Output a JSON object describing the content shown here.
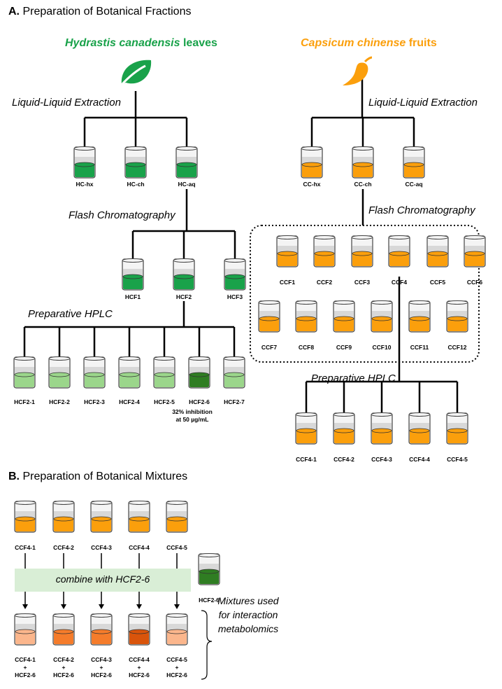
{
  "section_a": {
    "letter": "A.",
    "title": "Preparation of Botanical Fractions"
  },
  "section_b": {
    "letter": "B.",
    "title": "Preparation of Botanical Mixtures"
  },
  "hydrastis": {
    "species": "Hydrastis canadensis",
    "part": " leaves",
    "step1": "Liquid-Liquid Extraction",
    "step2": "Flash Chromatography",
    "step3": "Preparative HPLC",
    "extracts": [
      "HC-hx",
      "HC-ch",
      "HC-aq"
    ],
    "flash_fractions": [
      "HCF1",
      "HCF2",
      "HCF3"
    ],
    "hplc_fractions": [
      "HCF2-1",
      "HCF2-2",
      "HCF2-3",
      "HCF2-4",
      "HCF2-5",
      "HCF2-6",
      "HCF2-7"
    ],
    "active_note_line1": "32% inhibition",
    "active_note_line2": "at 50 µg/mL"
  },
  "capsicum": {
    "species": "Capsicum chinense",
    "part": " fruits",
    "step1": "Liquid-Liquid Extraction",
    "step2": "Flash Chromatography",
    "step3": "Preparative HPLC",
    "extracts": [
      "CC-hx",
      "CC-ch",
      "CC-aq"
    ],
    "flash_fractions_row1": [
      "CCF1",
      "CCF2",
      "CCF3",
      "CCF4",
      "CCF5",
      "CCF6"
    ],
    "flash_fractions_row2": [
      "CCF7",
      "CCF8",
      "CCF9",
      "CCF10",
      "CCF11",
      "CCF12"
    ],
    "hplc_fractions": [
      "CCF4-1",
      "CCF4-2",
      "CCF4-3",
      "CCF4-4",
      "CCF4-5"
    ]
  },
  "mixtures": {
    "sources": [
      "CCF4-1",
      "CCF4-2",
      "CCF4-3",
      "CCF4-4",
      "CCF4-5"
    ],
    "combine_text": "combine with HCF2-6",
    "hcf_label": "HCF2-6",
    "plus": "+",
    "results_line1": [
      "CCF4-1",
      "CCF4-2",
      "CCF4-3",
      "CCF4-4",
      "CCF4-5"
    ],
    "results_line3": [
      "HCF2-6",
      "HCF2-6",
      "HCF2-6",
      "HCF2-6",
      "HCF2-6"
    ],
    "note_lines": [
      "Mixtures used",
      "for interaction",
      "metabolomics"
    ]
  },
  "colors": {
    "green": "#19a24a",
    "light_green": "#9bd68b",
    "dark_green": "#2f7d22",
    "orange": "#fb9f0c",
    "light_orange": "#fbb68c",
    "mid_orange": "#f57c2b",
    "dark_orange": "#d9540b",
    "band": "#d9eed6"
  }
}
